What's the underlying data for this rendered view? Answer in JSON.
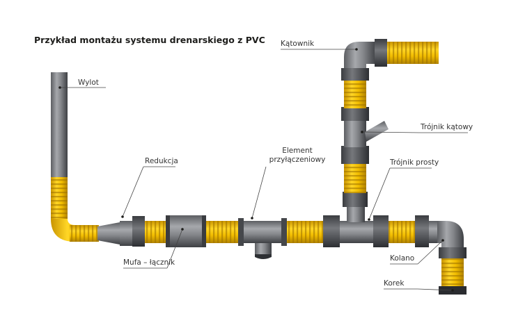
{
  "title": "Przykład montażu systemu drenarskiego z PVC",
  "labels": {
    "wylot": "Wylot",
    "redukcja": "Redukcja",
    "mufa": "Mufa – łącznik",
    "element_line1": "Element",
    "element_line2": "przyłączeniowy",
    "katownik": "Kątownik",
    "trojnik_katowy": "Trójnik kątowy",
    "trojnik_prosty": "Trójnik prosty",
    "kolano": "Kolano",
    "korek": "Korek"
  },
  "colors": {
    "pipe_gray": "#7a7c80",
    "pipe_dark": "#3c3e42",
    "corrugated_yellow": "#f5c400",
    "leader_line": "#444444"
  }
}
